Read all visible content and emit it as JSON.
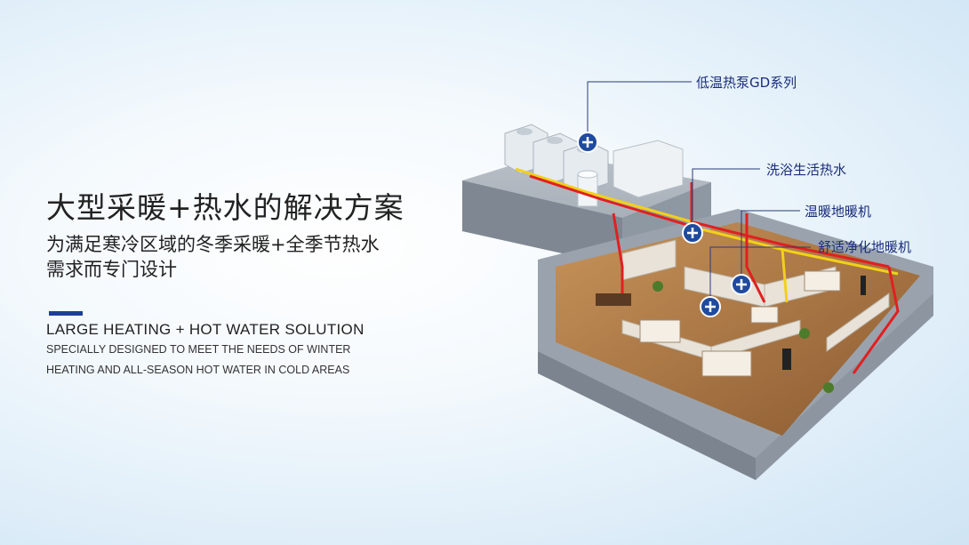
{
  "headline": {
    "title_cn": "大型采暖+热水的解决方案",
    "subtitle_cn_line1": "为满足寒冷区域的冬季采暖+全季节热水",
    "subtitle_cn_line2": "需求而专门设计",
    "title_en": "LARGE HEATING + HOT WATER SOLUTION",
    "subtitle_en_line1": "SPECIALLY DESIGNED TO MEET THE NEEDS OF WINTER",
    "subtitle_en_line2": "HEATING AND ALL-SEASON HOT WATER IN COLD AREAS"
  },
  "callouts": [
    {
      "label": "低温热泵GD系列",
      "icon": "plus-marker-icon"
    },
    {
      "label": "洗浴生活热水",
      "icon": "plus-marker-icon"
    },
    {
      "label": "温暖地暖机",
      "icon": "plus-marker-icon"
    },
    {
      "label": "舒适净化地暖机",
      "icon": "plus-marker-icon"
    }
  ],
  "colors": {
    "accent": "#1c3f94",
    "callout_text": "#1a2d7a",
    "marker": "#1f4a9e",
    "pipe_hot": "#e02020",
    "pipe_supply": "#f2d01a"
  }
}
